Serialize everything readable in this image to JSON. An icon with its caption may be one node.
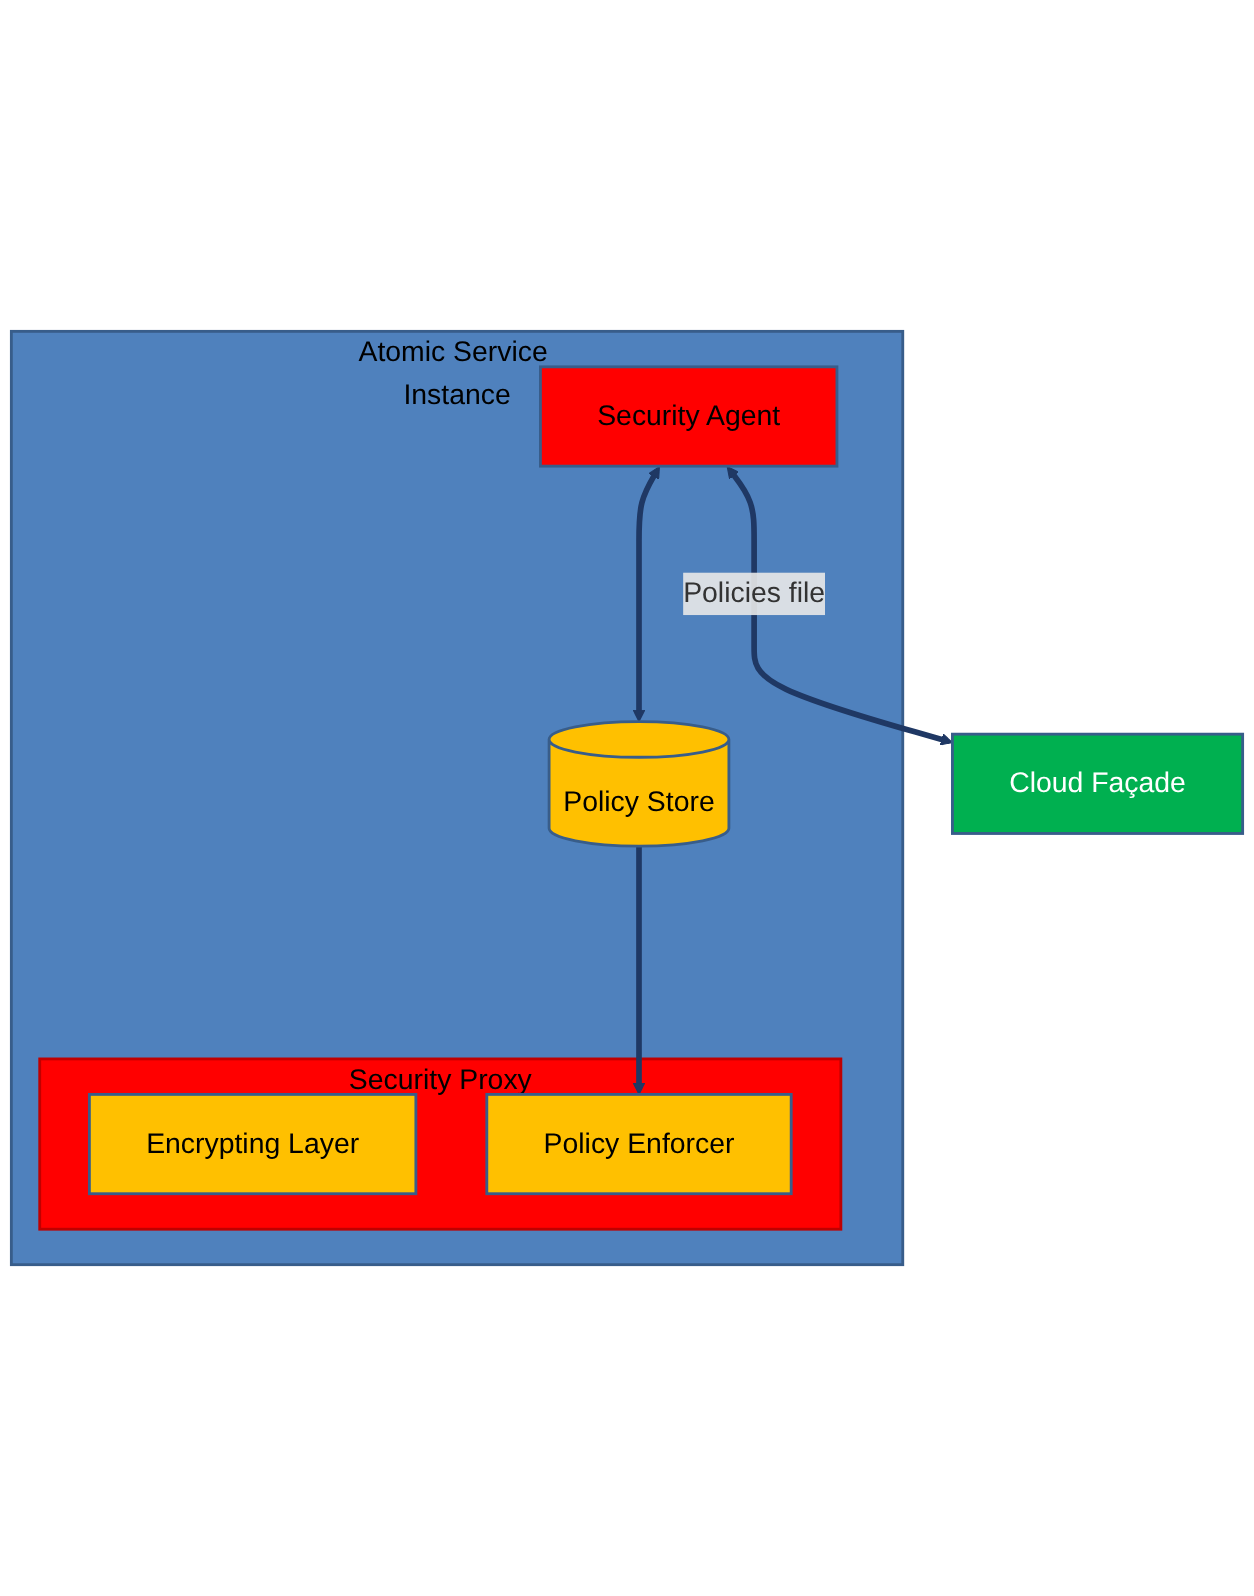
{
  "diagram": {
    "nodes": [
      {
        "text": [
          "Atomic Service Instance"
        ]
      },
      {
        "text": [
          "Security Proxy"
        ],
        "in": 0
      },
      {
        "text": [
          "Encrypting Layer"
        ],
        "in": 1
      },
      {
        "text": [
          "Policy Enforcer"
        ],
        "in": 1
      },
      {
        "text": [
          "Policy Store"
        ],
        "in": 0
      },
      {
        "text": [
          "Security Agent"
        ],
        "in": 0
      },
      {
        "text": [
          "Cloud Façade"
        ]
      }
    ],
    "edges": [
      {
        "from": 4,
        "to": 3,
        "arrow": "to"
      },
      {
        "from": 5,
        "to": 4,
        "arrow": "both"
      },
      {
        "from": 5,
        "to": 6,
        "arrow": "both",
        "label": "Policies file"
      }
    ]
  }
}
